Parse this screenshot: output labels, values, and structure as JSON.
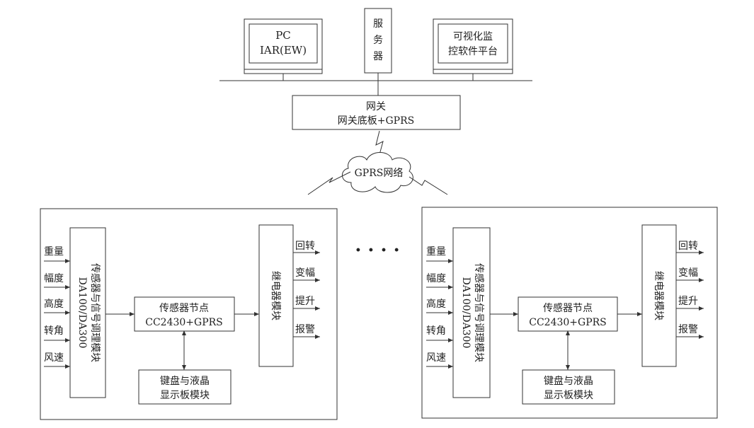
{
  "top": {
    "pc_line1": "PC",
    "pc_line2": "IAR(EW)",
    "server_chars": [
      "服",
      "务",
      "器"
    ],
    "viz_line1": "可视化监",
    "viz_line2": "控软件平台"
  },
  "gateway": {
    "line1": "网关",
    "line2": "网关底板+GPRS"
  },
  "network": {
    "label": "GPRS网络"
  },
  "ellipsis": "· · · ·",
  "unit": {
    "inputs": [
      "重量",
      "幅度",
      "高度",
      "转角",
      "风速"
    ],
    "sensor_module_line1": "传感器与信号调理模块",
    "sensor_module_line2": "DA100/DA300",
    "node_line1": "传感器节点",
    "node_line2": "CC2430+GPRS",
    "keyboard_line1": "键盘与液晶",
    "keyboard_line2": "显示板模块",
    "relay": "继电器模块",
    "outputs": [
      "回转",
      "变幅",
      "提升",
      "报警"
    ]
  }
}
